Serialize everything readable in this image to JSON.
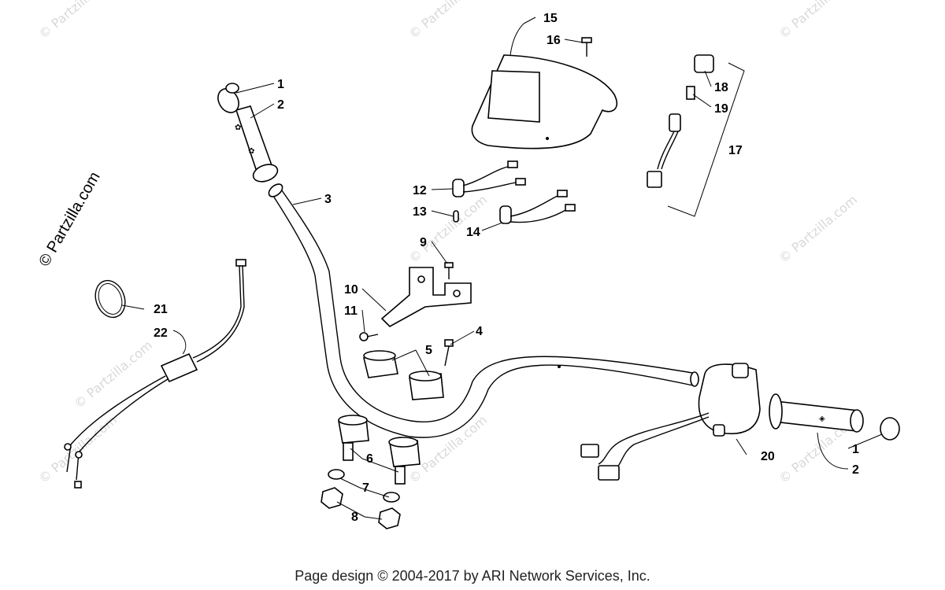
{
  "watermark_text": "© Partzilla.com",
  "footer_text": "Page design © 2004-2017 by ARI Network Services, Inc.",
  "callouts": [
    {
      "label": "1"
    },
    {
      "label": "2"
    },
    {
      "label": "3"
    },
    {
      "label": "4"
    },
    {
      "label": "5"
    },
    {
      "label": "6"
    },
    {
      "label": "7"
    },
    {
      "label": "8"
    },
    {
      "label": "9"
    },
    {
      "label": "10"
    },
    {
      "label": "11"
    },
    {
      "label": "12"
    },
    {
      "label": "13"
    },
    {
      "label": "14"
    },
    {
      "label": "15"
    },
    {
      "label": "16"
    },
    {
      "label": "17"
    },
    {
      "label": "18"
    },
    {
      "label": "19"
    },
    {
      "label": "20"
    },
    {
      "label": "21"
    },
    {
      "label": "22"
    },
    {
      "label": "1"
    },
    {
      "label": "2"
    }
  ]
}
